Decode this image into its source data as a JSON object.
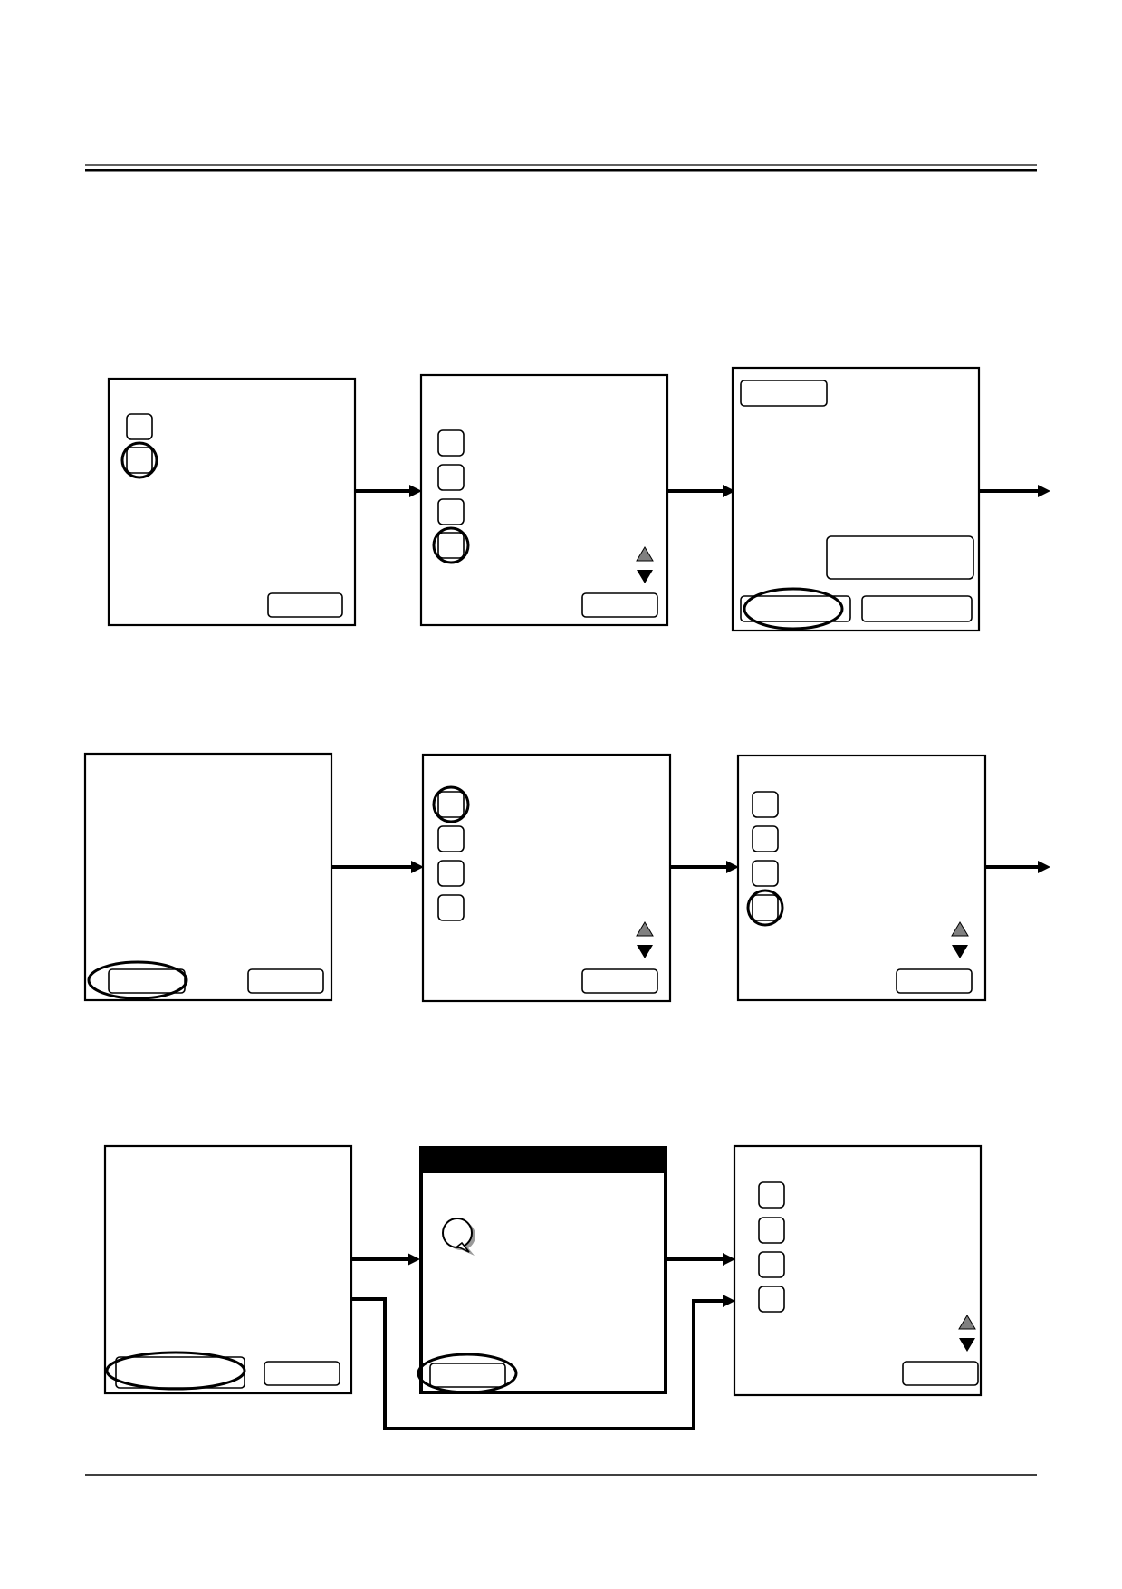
{
  "diagram": {
    "rows": [
      {
        "screens": [
          {
            "name": "screen-1-1",
            "icon_buttons": 2,
            "selected_icon": 2,
            "scroll_arrows": false,
            "footer_buttons": 1
          },
          {
            "name": "screen-1-2",
            "icon_buttons": 4,
            "selected_icon": 4,
            "scroll_arrows": true,
            "footer_buttons": 1
          },
          {
            "name": "screen-1-3",
            "icon_buttons": 0,
            "title_box": true,
            "info_box": true,
            "footer_buttons": 2,
            "selected_footer": 1
          }
        ],
        "continues_right": true
      },
      {
        "screens": [
          {
            "name": "screen-2-1",
            "icon_buttons": 0,
            "footer_buttons": 2,
            "selected_footer": 1
          },
          {
            "name": "screen-2-2",
            "icon_buttons": 4,
            "selected_icon": 1,
            "scroll_arrows": true,
            "footer_buttons": 1
          },
          {
            "name": "screen-2-3",
            "icon_buttons": 4,
            "selected_icon": 4,
            "scroll_arrows": true,
            "footer_buttons": 1
          }
        ],
        "continues_right": true
      },
      {
        "screens": [
          {
            "name": "screen-3-1",
            "icon_buttons": 0,
            "footer_buttons": 2,
            "selected_footer": 1
          },
          {
            "name": "screen-3-2",
            "dialog": true,
            "title_bar": true,
            "speech_icon": true,
            "footer_buttons": 1,
            "selected_footer": 1
          },
          {
            "name": "screen-3-3",
            "icon_buttons": 4,
            "scroll_arrows": true,
            "footer_buttons": 1
          }
        ],
        "bypass_connector": true
      }
    ],
    "colors": {
      "line": "#000000",
      "scroll_up": "#808080",
      "scroll_down": "#000000",
      "title_bar": "#000000"
    }
  }
}
